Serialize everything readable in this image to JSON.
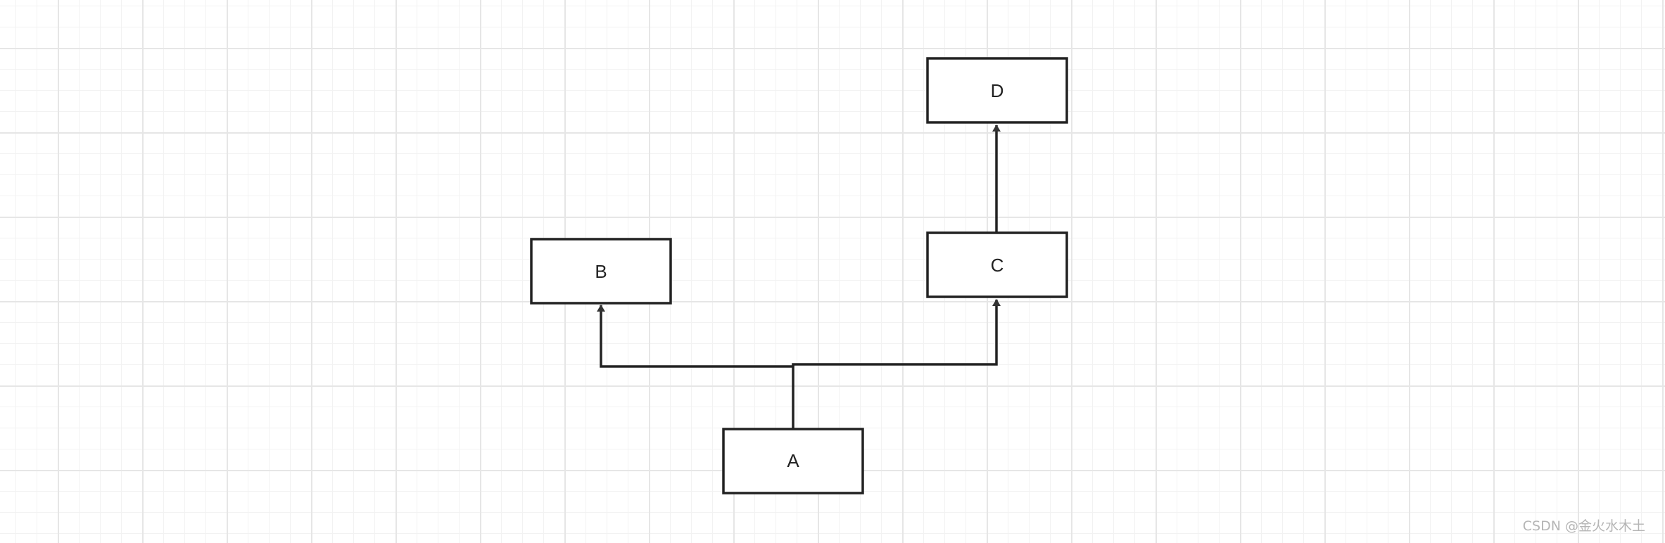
{
  "diagram": {
    "nodes": [
      {
        "id": "A",
        "label": "A"
      },
      {
        "id": "B",
        "label": "B"
      },
      {
        "id": "C",
        "label": "C"
      },
      {
        "id": "D",
        "label": "D"
      }
    ],
    "edges": [
      {
        "from": "A",
        "to": "B"
      },
      {
        "from": "A",
        "to": "C"
      },
      {
        "from": "C",
        "to": "D"
      }
    ]
  },
  "watermark": "CSDN @金火水木土",
  "colors": {
    "stroke": "#222222",
    "grid_major": "#e6e6e6",
    "grid_minor": "#f2f2f2",
    "watermark": "#b5b5b5"
  }
}
